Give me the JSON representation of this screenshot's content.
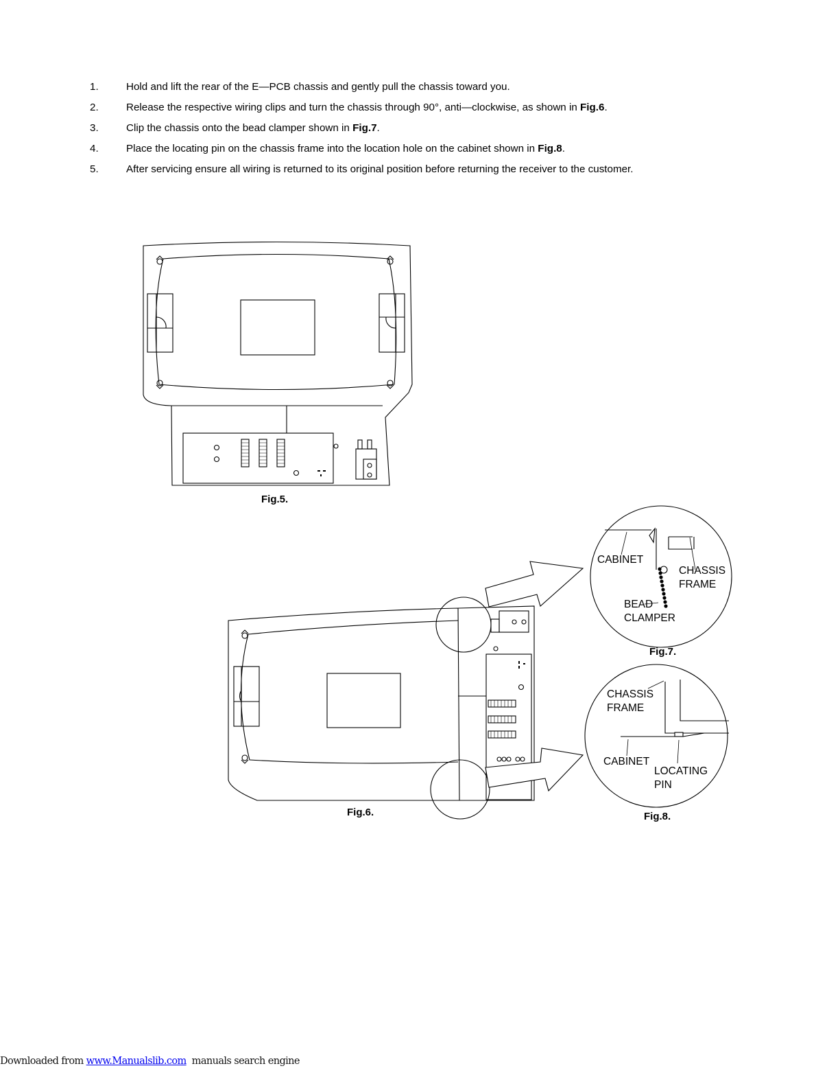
{
  "steps": [
    {
      "num": "1.",
      "text": "Hold and lift the rear of the E—PCB chassis and gently pull the chassis toward you.",
      "ref": ""
    },
    {
      "num": "2.",
      "text": "Release the respective wiring clips and turn the chassis through 90°, anti—clockwise, as shown in ",
      "ref": "Fig.6",
      "after": "."
    },
    {
      "num": "3.",
      "text": "Clip the chassis onto the bead clamper shown in ",
      "ref": "Fig.7",
      "after": "."
    },
    {
      "num": "4.",
      "text": "Place the locating pin on the chassis frame into the location hole on the cabinet shown in ",
      "ref": "Fig.8",
      "after": "."
    },
    {
      "num": "5.",
      "text": "After servicing ensure all wiring is returned to its original position before returning the receiver to the customer.",
      "ref": ""
    }
  ],
  "figures": {
    "fig5": {
      "caption": "Fig.5."
    },
    "fig6": {
      "caption": "Fig.6."
    },
    "fig7": {
      "caption": "Fig.7.",
      "labels": {
        "cabinet": "CABINET",
        "chassis_frame": "CHASSIS\nFRAME",
        "bead_clamper": "BEAD\nCLAMPER"
      }
    },
    "fig8": {
      "caption": "Fig.8.",
      "labels": {
        "chassis_frame": "CHASSIS\nFRAME",
        "cabinet": "CABINET",
        "locating_pin": "LOCATING\nPIN"
      }
    }
  },
  "footer": {
    "prefix": "Downloaded from ",
    "link": "www.Manualslib.com",
    "suffix": "  manuals search engine"
  }
}
